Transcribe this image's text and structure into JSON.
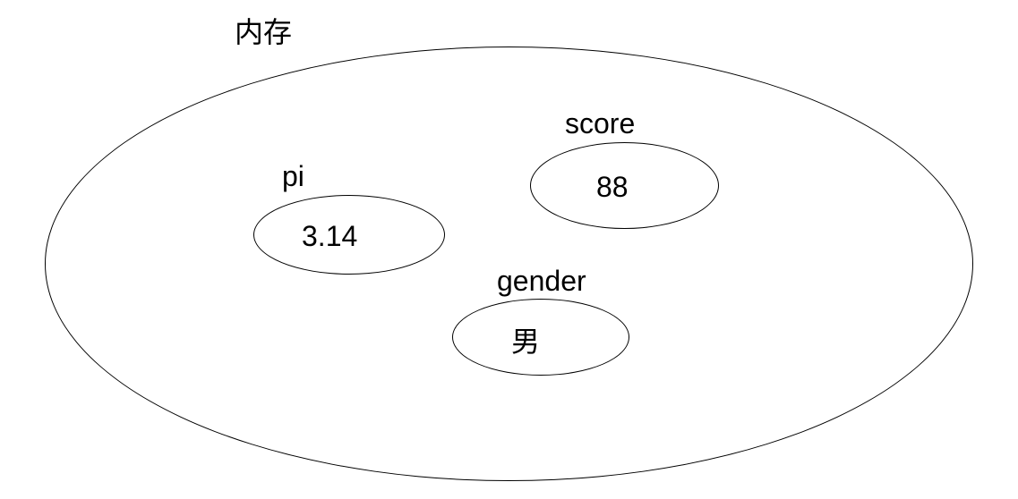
{
  "diagram": {
    "memory_label": "内存",
    "variables": [
      {
        "name": "pi",
        "value": "3.14"
      },
      {
        "name": "score",
        "value": "88"
      },
      {
        "name": "gender",
        "value": "男"
      }
    ]
  }
}
